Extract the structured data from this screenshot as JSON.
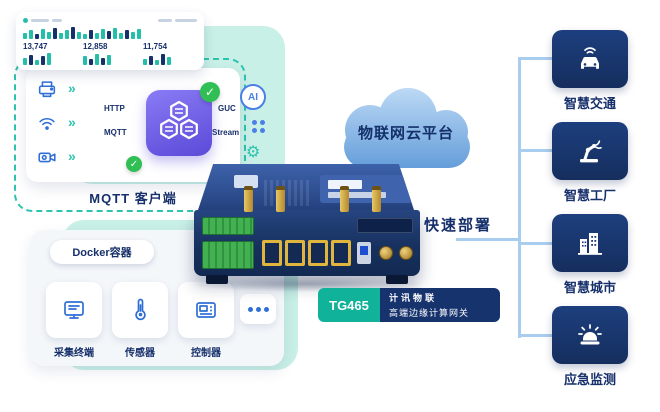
{
  "palette": {
    "navy": "#17306b",
    "teal": "#10b29a",
    "mint": "#c9f0e7",
    "purple": "#6a5ae0",
    "line_blue": "#a9cdee",
    "cloud_blue": "#5e99d8",
    "green_check": "#2fbf55"
  },
  "dashboard": {
    "stats": [
      {
        "value": "13,747"
      },
      {
        "value": "12,858"
      },
      {
        "value": "11,754"
      }
    ],
    "spark": [
      6,
      9,
      5,
      10,
      7,
      11,
      6,
      9,
      12,
      7,
      5,
      9,
      6,
      10,
      8,
      11,
      6,
      9,
      7,
      10
    ],
    "mini": [
      [
        7,
        10,
        5,
        9,
        12
      ],
      [
        9,
        6,
        11,
        7,
        10
      ],
      [
        6,
        9,
        5,
        11,
        8
      ]
    ]
  },
  "mqtt": {
    "label": "MQTT 客户端",
    "left_protocols": [
      "HTTP",
      "MQTT"
    ],
    "right_protocols": [
      "GUC",
      "Stream"
    ],
    "ai_badge": "AI",
    "arrow_glyph": "»",
    "check_glyph": "✓",
    "gear_glyph": "⚙"
  },
  "docker": {
    "title": "Docker容器",
    "devices": [
      {
        "label": "采集终端"
      },
      {
        "label": "传感器"
      },
      {
        "label": "控制器"
      }
    ]
  },
  "cloud": {
    "label": "物联网云平台"
  },
  "deploy": {
    "label": "快速部署"
  },
  "badge": {
    "model": "TG465",
    "brand": "计讯物联",
    "product": "高端边缘计算网关"
  },
  "apps": [
    {
      "label": "智慧交通"
    },
    {
      "label": "智慧工厂"
    },
    {
      "label": "智慧城市"
    },
    {
      "label": "应急监测"
    }
  ]
}
